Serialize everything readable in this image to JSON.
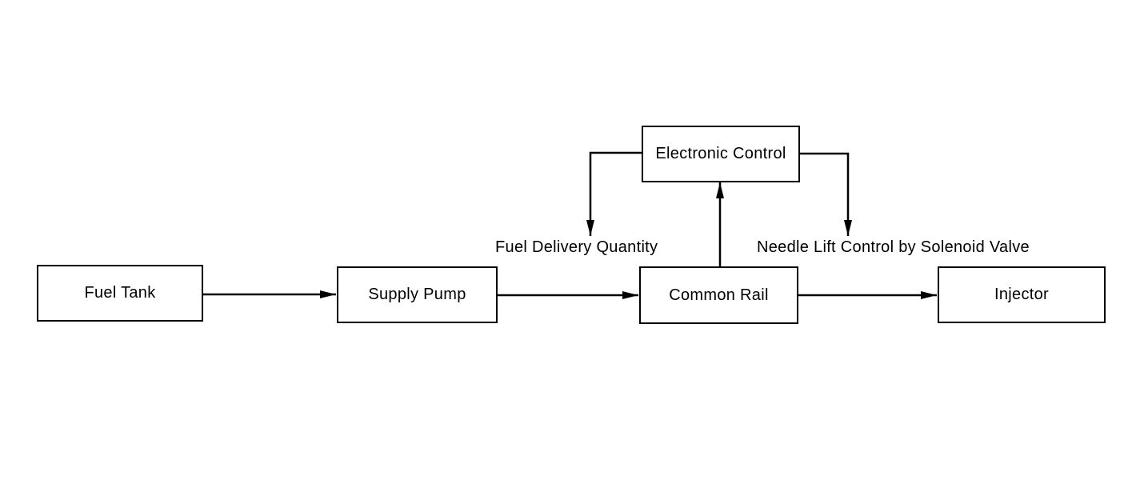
{
  "nodes": {
    "fuel_tank": "Fuel Tank",
    "supply_pump": "Supply Pump",
    "common_rail": "Common Rail",
    "injector": "Injector",
    "electronic_control": "Electronic Control"
  },
  "labels": {
    "fuel_delivery_quantity": "Fuel Delivery Quantity",
    "needle_lift_control": "Needle Lift Control by Solenoid Valve"
  },
  "colors": {
    "line": "#000000",
    "background": "#ffffff"
  }
}
